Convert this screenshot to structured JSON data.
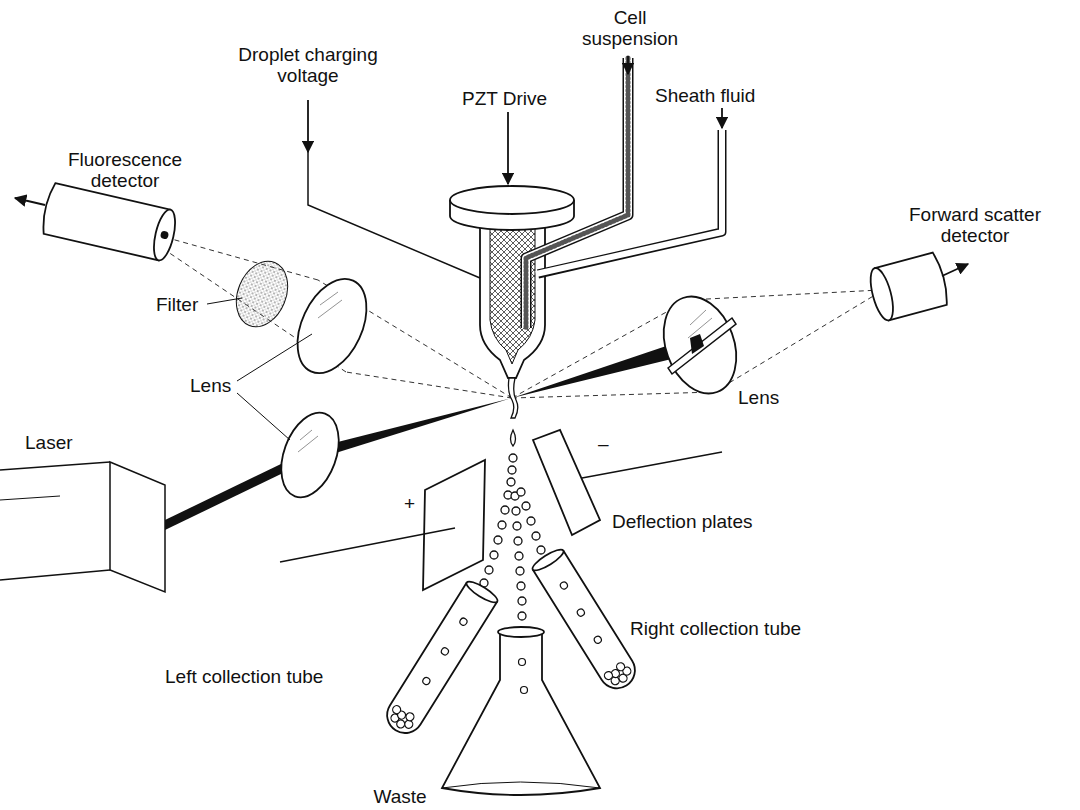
{
  "diagram": {
    "labels": [
      "Droplet charging voltage",
      "Cell suspension",
      "PZT Drive",
      "Sheath fluid",
      "Fluorescence detector",
      "Forward scatter detector",
      "Filter",
      "Lens",
      "Lens",
      "Laser",
      "+",
      "–",
      "Deflection plates",
      "Right collection tube",
      "Left collection tube",
      "Waste"
    ]
  }
}
